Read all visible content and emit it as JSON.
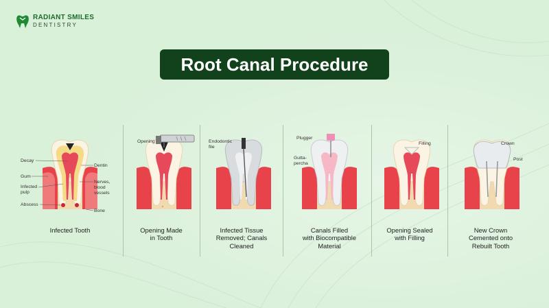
{
  "logo": {
    "name": "RADIANT SMILES",
    "sub": "DENTISTRY"
  },
  "title": "Root Canal Procedure",
  "steps": [
    {
      "caption": "Infected Tooth",
      "labels": [
        "Decay",
        "Gum",
        "Infected\npulp",
        "Abscess",
        "Dentin",
        "Nerves,\nblood\nvessels",
        "Bone"
      ]
    },
    {
      "caption": "Opening Made\nin Tooth",
      "labels": [
        "Opening"
      ]
    },
    {
      "caption": "Infected Tissue\nRemoved; Canals\nCleaned",
      "labels": [
        "Endodontic\nfile"
      ]
    },
    {
      "caption": "Canals Filled\nwith Biocompatible\nMaterial",
      "labels": [
        "Plugger",
        "Gutta-\npercha"
      ]
    },
    {
      "caption": "Opening Sealed\nwith Filling",
      "labels": [
        "Filling"
      ]
    },
    {
      "caption": "New Crown\nCemented onto\nRebuilt Tooth",
      "labels": [
        "Crown",
        "Post"
      ]
    }
  ],
  "colors": {
    "title_bg": "#12421c",
    "gum": "#e8434a",
    "bone": "#f1d9b0",
    "pulp": "#e64a5a"
  }
}
